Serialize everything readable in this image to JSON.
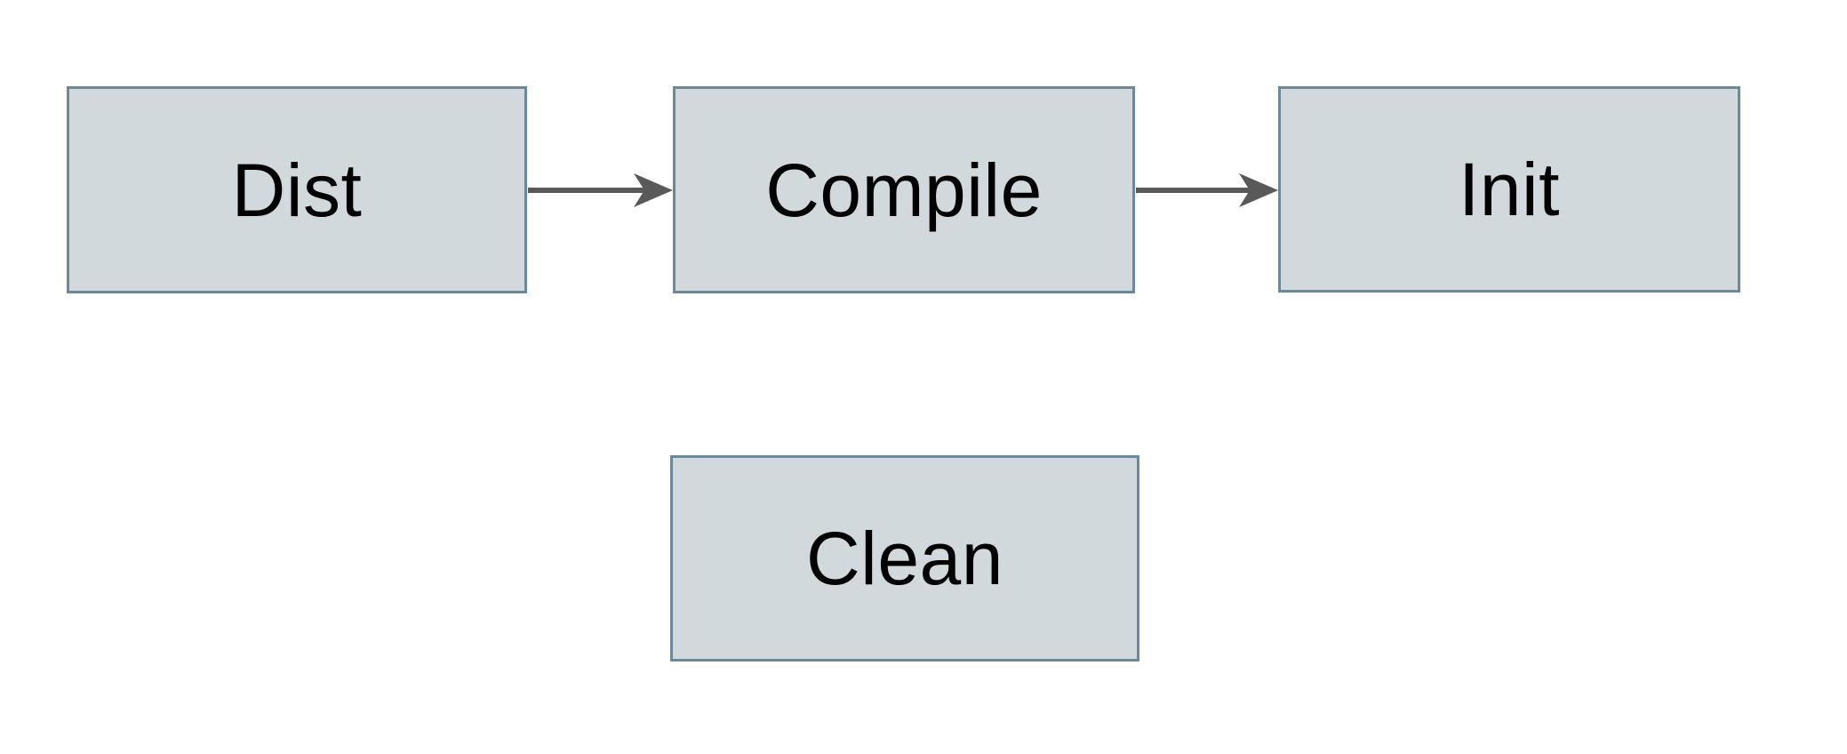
{
  "diagram": {
    "type": "flowchart",
    "nodes": [
      {
        "id": "dist",
        "label": "Dist"
      },
      {
        "id": "compile",
        "label": "Compile"
      },
      {
        "id": "init",
        "label": "Init"
      },
      {
        "id": "clean",
        "label": "Clean"
      }
    ],
    "edges": [
      {
        "from": "Dist",
        "to": "Compile",
        "style": "solid-arrow-right"
      },
      {
        "from": "Compile",
        "to": "Init",
        "style": "solid-arrow-right"
      }
    ],
    "colors": {
      "background": "#ffffff",
      "node_fill": "#d2d9dd",
      "node_border": "#6d8898",
      "arrow": "#595959",
      "label_text": "#000000"
    }
  }
}
